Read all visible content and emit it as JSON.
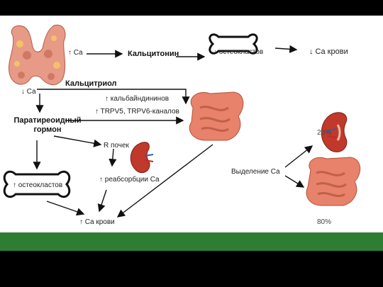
{
  "labels": {
    "thyroid_ca_up": "↑ Ca",
    "thyroid_ca_down": "↓ Ca",
    "calcitonin": "Кальцитонин",
    "osteoclast_down": "↓ остеокластов",
    "blood_ca_down": "↓ Ca крови",
    "calcitriol": "Кальцитриол",
    "calbindins": "↑ кальбайндининов",
    "trpv": "↑ TRPV5, TRPV6-каналов",
    "pth": "Паратиреоидный гормон",
    "kidney_r": "R почек",
    "osteoclast_up": "↑ остеокластов",
    "reabsorption": "↑ реабсорбции Ca",
    "blood_ca_up": "↑ Ca крови",
    "excretion": "Выделение Ca",
    "pct_kidney": "20%",
    "pct_intestine": "80%"
  },
  "colors": {
    "arrow": "#111111",
    "band": "#2e7d32",
    "bone": "#ffffff",
    "intestine": "#e8826a",
    "kidney": "#c0392b",
    "thyroid": "#e79a86"
  }
}
